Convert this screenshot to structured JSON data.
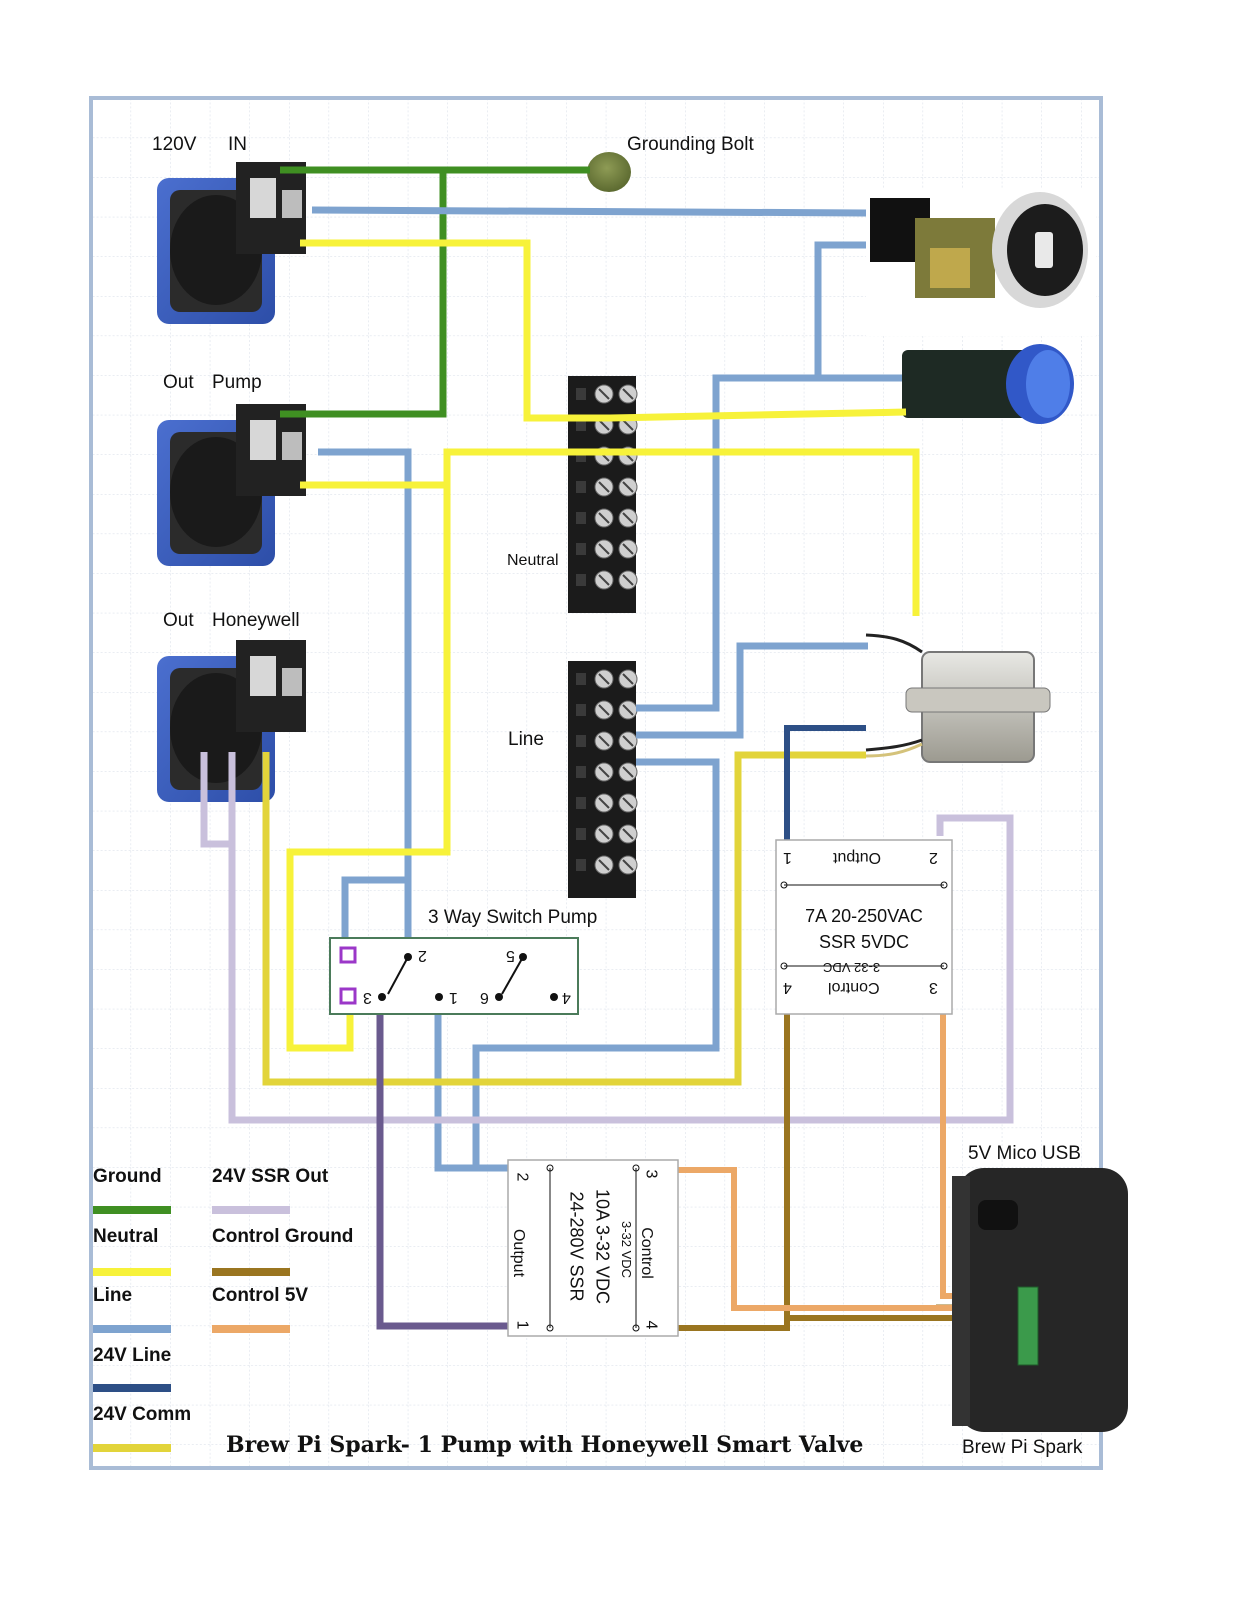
{
  "title": "Brew Pi Spark- 1 Pump with Honeywell Smart Valve",
  "labels": {
    "in_voltage": "120V",
    "in": "IN",
    "grounding_bolt": "Grounding Bolt",
    "out_pump_a": "Out",
    "out_pump_b": "Pump",
    "out_honeywell_a": "Out",
    "out_honeywell_b": "Honeywell",
    "neutral_block": "Neutral",
    "line_block": "Line",
    "switch": "3 Way Switch Pump",
    "ssr_top_line1": "7A 20-250VAC",
    "ssr_top_line2": "SSR 5VDC",
    "ssr_top_output": "Output",
    "ssr_top_control": "Control",
    "ssr_top_control_range": "3-32 VDC",
    "ssr_bottom_line1": "10A 3-32 VDC",
    "ssr_bottom_line2": "24-280V SSR",
    "ssr_bottom_output": "Output",
    "ssr_bottom_control": "Control",
    "ssr_bottom_control_range": "3-32 VDC",
    "usb": "5V Mico USB",
    "spark": "Brew Pi Spark"
  },
  "switch_terminals": [
    "2",
    "5",
    "3",
    "1",
    "6",
    "4"
  ],
  "ssr_top_terminals": [
    "1",
    "2",
    "4",
    "3"
  ],
  "ssr_bottom_terminals": [
    "2",
    "1",
    "3",
    "4"
  ],
  "legend": [
    {
      "label": "Ground",
      "color": "#3f8f22"
    },
    {
      "label": "Neutral",
      "color": "#f7f23a"
    },
    {
      "label": "Line",
      "color": "#7ea3cf"
    },
    {
      "label": "24V Line",
      "color": "#2d4f86"
    },
    {
      "label": "24V Comm",
      "color": "#e2d43a"
    },
    {
      "label": "24V SSR Out",
      "color": "#c9c0dc"
    },
    {
      "label": "Control Ground",
      "color": "#9a7520"
    },
    {
      "label": "Control 5V",
      "color": "#eca867"
    }
  ],
  "colors": {
    "ground": "#3f8f22",
    "neutral": "#f7f23a",
    "line": "#7ea3cf",
    "line24": "#2d4f86",
    "comm24": "#e2d43a",
    "ssr_out": "#c9c0dc",
    "control_ground": "#9a7520",
    "control_5v": "#eca867",
    "purple": "#6a5a8e",
    "border": "#a9bcd6"
  }
}
